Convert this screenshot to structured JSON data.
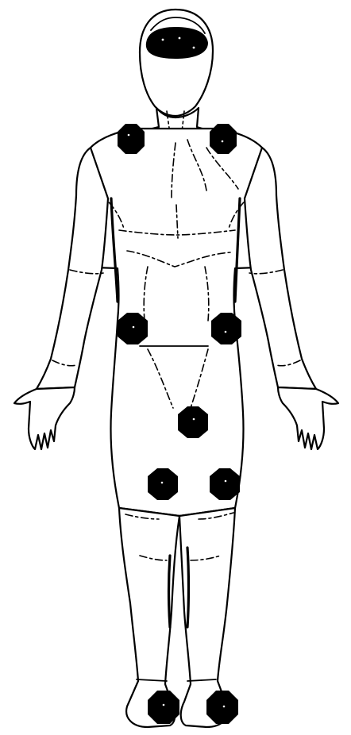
{
  "figure": {
    "view": "anterior",
    "marker_color": "#000000",
    "outline_color": "#000000",
    "background_color": "#ffffff",
    "marker_count": 10,
    "markers": [
      {
        "id": "forehead-band",
        "region": "head",
        "shape": "band"
      },
      {
        "id": "left-shoulder",
        "region": "shoulder",
        "shape": "octagon"
      },
      {
        "id": "right-shoulder",
        "region": "shoulder",
        "shape": "octagon"
      },
      {
        "id": "left-hip",
        "region": "hip",
        "shape": "octagon"
      },
      {
        "id": "right-hip",
        "region": "hip",
        "shape": "octagon"
      },
      {
        "id": "groin",
        "region": "pelvis",
        "shape": "octagon"
      },
      {
        "id": "left-knee",
        "region": "knee",
        "shape": "octagon"
      },
      {
        "id": "right-knee",
        "region": "knee",
        "shape": "octagon"
      },
      {
        "id": "left-ankle",
        "region": "ankle",
        "shape": "octagon"
      },
      {
        "id": "right-ankle",
        "region": "ankle",
        "shape": "octagon"
      }
    ]
  }
}
